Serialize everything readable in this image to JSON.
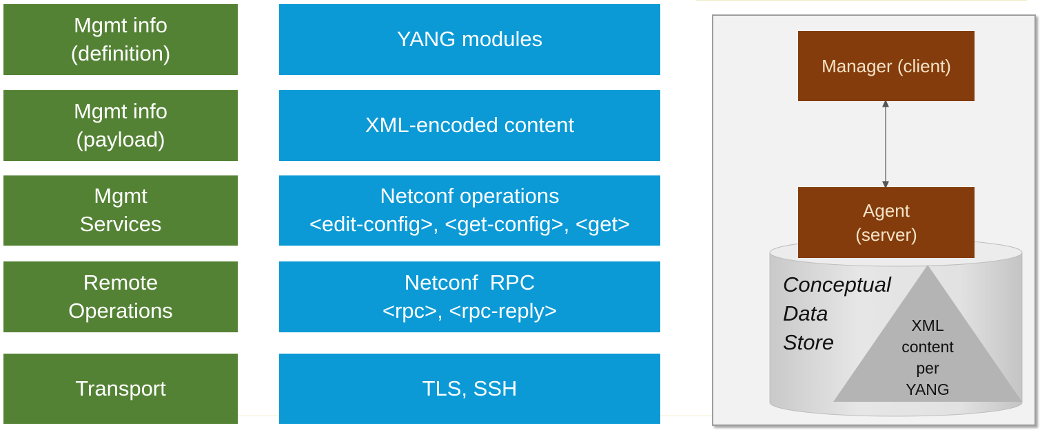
{
  "layers": [
    {
      "category": [
        "Mgmt info",
        "(definition)"
      ],
      "implementation": [
        "YANG modules"
      ]
    },
    {
      "category": [
        "Mgmt info",
        "(payload)"
      ],
      "implementation": [
        "XML-encoded content"
      ]
    },
    {
      "category": [
        "Mgmt",
        "Services"
      ],
      "implementation": [
        "Netconf operations",
        "<edit-config>, <get-config>, <get>"
      ]
    },
    {
      "category": [
        "Remote",
        "Operations"
      ],
      "implementation": [
        "Netconf  RPC",
        "<rpc>, <rpc-reply>"
      ]
    },
    {
      "category": [
        "Transport"
      ],
      "implementation": [
        "TLS, SSH"
      ]
    }
  ],
  "architecture": {
    "manager": [
      "Manager (client)"
    ],
    "agent": [
      "Agent",
      "(server)"
    ],
    "data_store": [
      "Conceptual",
      "Data",
      "Store"
    ],
    "content": [
      "XML",
      "content",
      "per",
      "YANG"
    ]
  },
  "colors": {
    "category_box": "#548235",
    "implementation_box": "#0b9ad6",
    "node_box": "#843c0c",
    "node_text": "#f4e3c6",
    "panel": "#f2f2f2"
  }
}
